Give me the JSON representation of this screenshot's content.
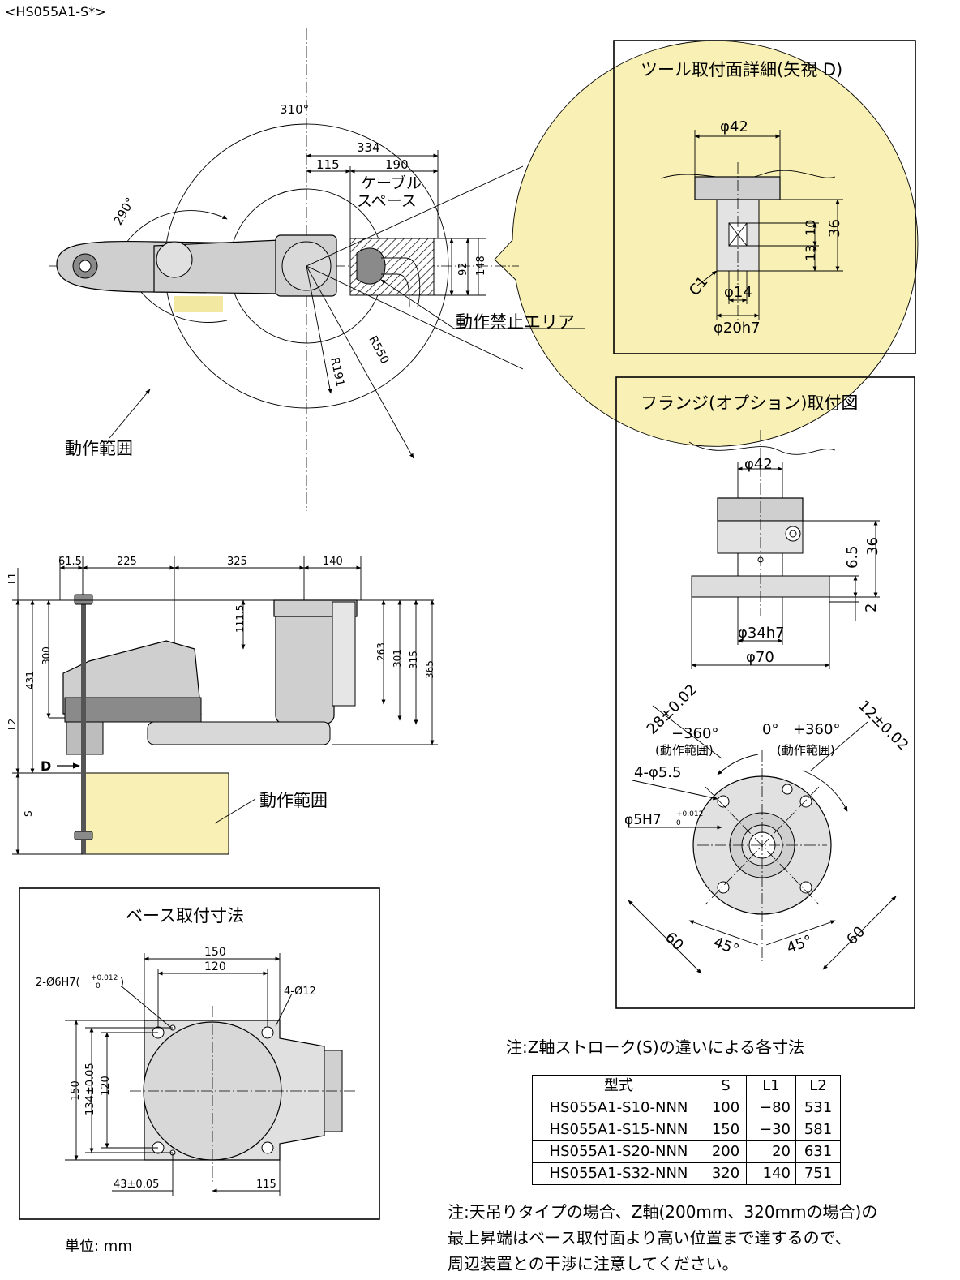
{
  "model_heading": "<HS055A1-S*>",
  "top_view": {
    "angle_310": "310°",
    "angle_290": "290°",
    "dim_334": "334",
    "dim_115": "115",
    "dim_190": "190",
    "cable_space_1": "ケーブル",
    "cable_space_2": "スペース",
    "dim_92": "92",
    "dim_148": "148",
    "prohibited_area": "動作禁止エリア",
    "r191": "R191",
    "r550": "R550",
    "work_range": "動作範囲"
  },
  "side_view": {
    "dim_61_5": "61.5",
    "dim_225": "225",
    "dim_325": "325",
    "dim_140": "140",
    "l1": "L1",
    "l2": "L2",
    "dim_431": "431",
    "dim_300": "300",
    "dim_111_5": "111.5",
    "dim_263": "263",
    "dim_301": "301",
    "dim_315": "315",
    "dim_365": "365",
    "d_marker": "D",
    "s": "S",
    "work_range": "動作範囲"
  },
  "tool_detail": {
    "title": "ツール取付面詳細(矢視 D)",
    "phi42": "φ42",
    "dim_10": "10",
    "dim_36": "36",
    "dim_13": "13",
    "c1": "C1",
    "phi14": "φ14",
    "phi20h7": "φ20h7"
  },
  "flange_detail": {
    "title": "フランジ(オプション)取付図",
    "phi42": "φ42",
    "dim_6_5": "6.5",
    "dim_36": "36",
    "dim_2": "2",
    "phi34h7": "φ34h7",
    "phi70": "φ70",
    "tol_28": "28±0.02",
    "tol_12": "12±0.02",
    "zero_deg": "0°",
    "minus360": "−360°",
    "plus360": "+360°",
    "range_note_l": "(動作範囲)",
    "range_note_r": "(動作範囲)",
    "holes_4": "4-φ5.5",
    "phi5h7": "φ5H7",
    "tol_up": "+0.012",
    "tol_lo": "0",
    "dim_60_l": "60",
    "dim_60_r": "60",
    "deg45_l": "45°",
    "deg45_r": "45°"
  },
  "base_detail": {
    "title": "ベース取付寸法",
    "dim_150_h": "150",
    "dim_120_h": "120",
    "hole_2": "2-Ø6H7(",
    "hole_2_tol_up": "+0.012",
    "hole_2_tol_lo": "0",
    "hole_2_close": ")",
    "hole_4": "4-Ø12",
    "dim_150_v": "150",
    "dim_134": "134±0.05",
    "dim_120_v": "120",
    "dim_43": "43±0.05",
    "dim_115": "115"
  },
  "unit_label": "単位: mm",
  "table_title": "注:Z軸ストローク(S)の違いによる各寸法",
  "table": {
    "headers": [
      "型式",
      "S",
      "L1",
      "L2"
    ],
    "rows": [
      [
        "HS055A1-S10-NNN",
        "100",
        "−80",
        "531"
      ],
      [
        "HS055A1-S15-NNN",
        "150",
        "−30",
        "581"
      ],
      [
        "HS055A1-S20-NNN",
        "200",
        "20",
        "631"
      ],
      [
        "HS055A1-S32-NNN",
        "320",
        "140",
        "751"
      ]
    ]
  },
  "footnote": [
    "注:天吊りタイプの場合、Z軸(200mm、320mmの場合)の",
    "最上昇端はベース取付面より高い位置まで達するので、",
    "周辺装置との干渉に注意してください。"
  ]
}
